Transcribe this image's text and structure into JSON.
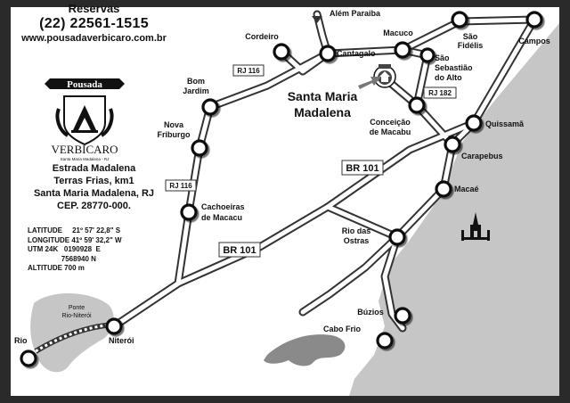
{
  "header": {
    "reservas_label": "Reservas",
    "phone": "(22) 22561-1515",
    "website": "www.pousadaverbicaro.com.br"
  },
  "logo": {
    "banner": "Pousada",
    "name": "VERBICARO",
    "tagline": "Santa Maria Madalena - RJ"
  },
  "address": {
    "line1": "Estrada Madalena",
    "line2": "Terras Frias, km1",
    "line3": "Santa Maria Madalena, RJ",
    "line4": "CEP. 28770-000."
  },
  "coordinates": {
    "latitude": "LATITUDE     21º 57' 22,8\" S",
    "longitude": "LONGITUDE 41º 59' 32,2\" W",
    "utm1": "UTM 24K   0190928  E",
    "utm2": "                 7568940 N",
    "altitude": "ALTITUDE 700 m"
  },
  "destination": {
    "line1": "Santa Maria",
    "line2": "Madalena"
  },
  "cities": {
    "alem_paraiba": "Além Paraiba",
    "cordeiro": "Cordeiro",
    "cantagalo": "Cantagalo",
    "macuco": "Macuco",
    "sao_fidelis_1": "São",
    "sao_fidelis_2": "Fidélis",
    "campos": "Campos",
    "sao_sebastiao_1": "São",
    "sao_sebastiao_2": "Sebastião",
    "sao_sebastiao_3": "do Alto",
    "bom_jardim_1": "Bom",
    "bom_jardim_2": "Jardim",
    "nova_friburgo_1": "Nova",
    "nova_friburgo_2": "Friburgo",
    "conceicao_1": "Conceição",
    "conceicao_2": "de Macabu",
    "quissama": "Quissamã",
    "carapebus": "Carapebus",
    "macae": "Macaé",
    "cachoeiras_1": "Cachoeiras",
    "cachoeiras_2": "de Macacu",
    "rio_das_ostras_1": "Rio das",
    "rio_das_ostras_2": "Ostras",
    "buzios": "Búzios",
    "cabo_frio": "Cabo Frio",
    "niteroi": "Niterói",
    "rio": "Rio",
    "ponte_1": "Ponte",
    "ponte_2": "Rio-Niterói"
  },
  "roads": {
    "rj116_top": "RJ 116",
    "rj116_mid": "RJ 116",
    "rj182": "RJ 182",
    "br101_east": "BR 101",
    "br101_west": "BR 101"
  },
  "colors": {
    "land": "#ffffff",
    "sea": "#c6c6c6",
    "frame": "#2a2a2a",
    "road_outline": "#333333",
    "marker_outline": "#111111"
  }
}
